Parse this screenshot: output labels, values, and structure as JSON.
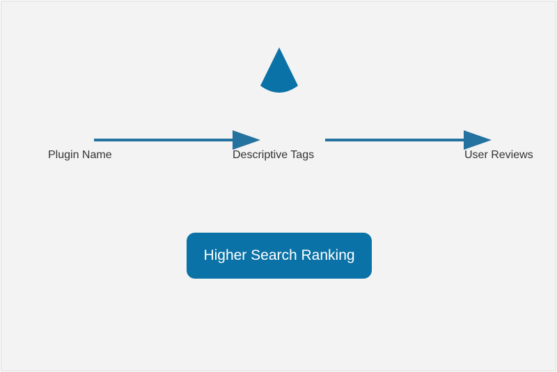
{
  "colors": {
    "primary": "#0a72a6",
    "arrow": "#24729f",
    "background": "#f3f3f3",
    "text": "#333333",
    "box_text": "#ffffff"
  },
  "nodes": {
    "plugin_name": "Plugin Name",
    "descriptive_tags": "Descriptive Tags",
    "user_reviews": "User Reviews"
  },
  "result": {
    "label": "Higher Search Ranking"
  },
  "icon": "drop-icon"
}
